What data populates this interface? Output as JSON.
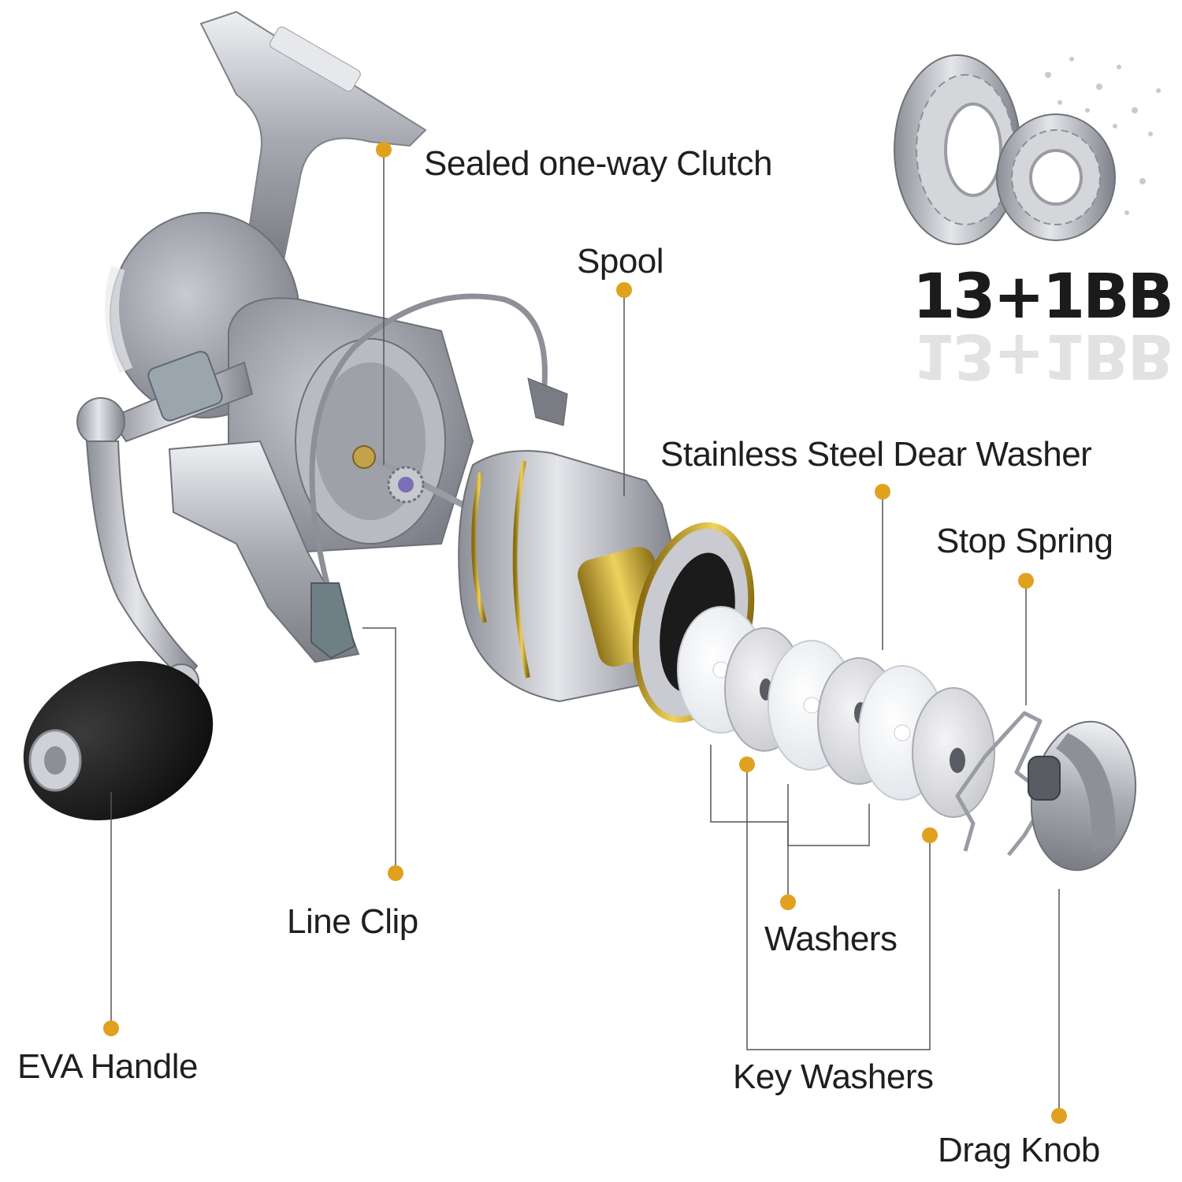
{
  "labels": {
    "clutch": "Sealed one-way Clutch",
    "spool": "Spool",
    "dear_washer": "Stainless Steel Dear Washer",
    "stop_spring": "Stop Spring",
    "line_clip": "Line Clip",
    "washers": "Washers",
    "eva_handle": "EVA Handle",
    "key_washers": "Key Washers",
    "drag_knob": "Drag Knob"
  },
  "bearing_badge": "13+1BB",
  "colors": {
    "dot": "#e0a11f",
    "leader": "#555555",
    "metal_light": "#d9dadf",
    "metal_mid": "#a9abb3",
    "metal_dark": "#6f7179",
    "gold": "#d6b22a",
    "handle_knob": "#1a1a1a",
    "felt_washer": "#ececec"
  },
  "icons": [
    "bearing-icon",
    "water-droplets-icon",
    "reel-body-icon",
    "spool-icon",
    "washer-icon",
    "spring-icon",
    "drag-knob-icon"
  ]
}
